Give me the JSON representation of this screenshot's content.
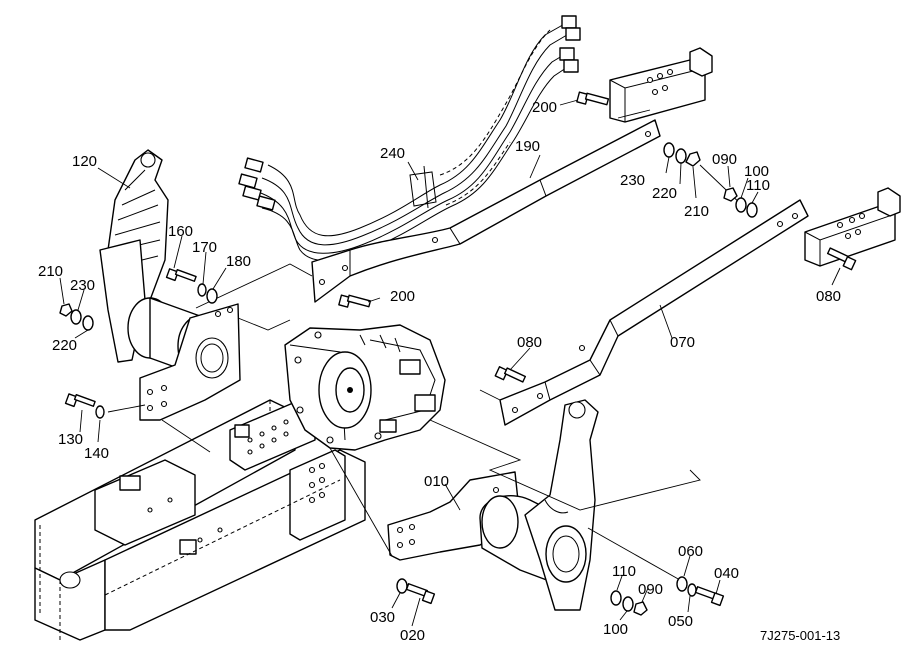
{
  "diagram_code": "7J275-001-13",
  "callouts": [
    {
      "id": "c240",
      "text": "240"
    },
    {
      "id": "c190",
      "text": "190"
    },
    {
      "id": "c200a",
      "text": "200"
    },
    {
      "id": "c230a",
      "text": "230"
    },
    {
      "id": "c220a",
      "text": "220"
    },
    {
      "id": "c210a",
      "text": "210"
    },
    {
      "id": "c090a",
      "text": "090"
    },
    {
      "id": "c100a",
      "text": "100"
    },
    {
      "id": "c110a",
      "text": "110"
    },
    {
      "id": "c080a",
      "text": "080"
    },
    {
      "id": "c120",
      "text": "120"
    },
    {
      "id": "c160",
      "text": "160"
    },
    {
      "id": "c170",
      "text": "170"
    },
    {
      "id": "c180",
      "text": "180"
    },
    {
      "id": "c210b",
      "text": "210"
    },
    {
      "id": "c230b",
      "text": "230"
    },
    {
      "id": "c220b",
      "text": "220"
    },
    {
      "id": "c200b",
      "text": "200"
    },
    {
      "id": "c080b",
      "text": "080"
    },
    {
      "id": "c070",
      "text": "070"
    },
    {
      "id": "c130",
      "text": "130"
    },
    {
      "id": "c140",
      "text": "140"
    },
    {
      "id": "c010",
      "text": "010"
    },
    {
      "id": "c060",
      "text": "060"
    },
    {
      "id": "c040",
      "text": "040"
    },
    {
      "id": "c110b",
      "text": "110"
    },
    {
      "id": "c090b",
      "text": "090"
    },
    {
      "id": "c050",
      "text": "050"
    },
    {
      "id": "c100b",
      "text": "100"
    },
    {
      "id": "c030",
      "text": "030"
    },
    {
      "id": "c020",
      "text": "020"
    }
  ]
}
